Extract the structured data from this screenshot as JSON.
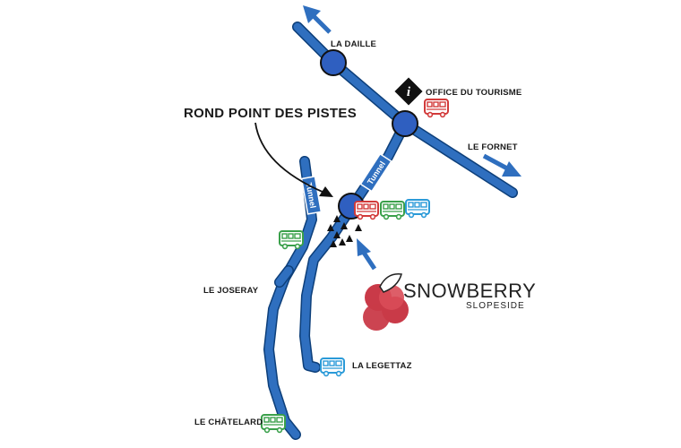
{
  "labels": {
    "la_daille": "LA DAILLE",
    "office_tourisme": "OFFICE DU TOURISME",
    "rond_point": "ROND POINT DES PISTES",
    "le_fornet": "LE FORNET",
    "le_joseray": "LE JOSERAY",
    "la_legettaz": "LA LEGETTAZ",
    "le_chatelard": "LE CHÂTELARD",
    "tunnel_left": "Tunnel",
    "tunnel_right": "Tunnel",
    "info_glyph": "i"
  },
  "brand": {
    "name": "SNOWBERRY",
    "sub": "SLOPESIDE"
  },
  "colors": {
    "road": "#2f6fbf",
    "road_edge": "#0d3f7a",
    "roundabout": "#2f5fc0",
    "bus_red": "#d23a3a",
    "bus_green": "#3aa04a",
    "bus_blue": "#2a9ad8",
    "berry": "#c93a48",
    "black": "#111111"
  },
  "icons": [
    "arrow-up-left-icon",
    "arrow-down-right-icon",
    "info-diamond-icon",
    "bus-icon",
    "lift-icon",
    "berry-logo-icon"
  ]
}
